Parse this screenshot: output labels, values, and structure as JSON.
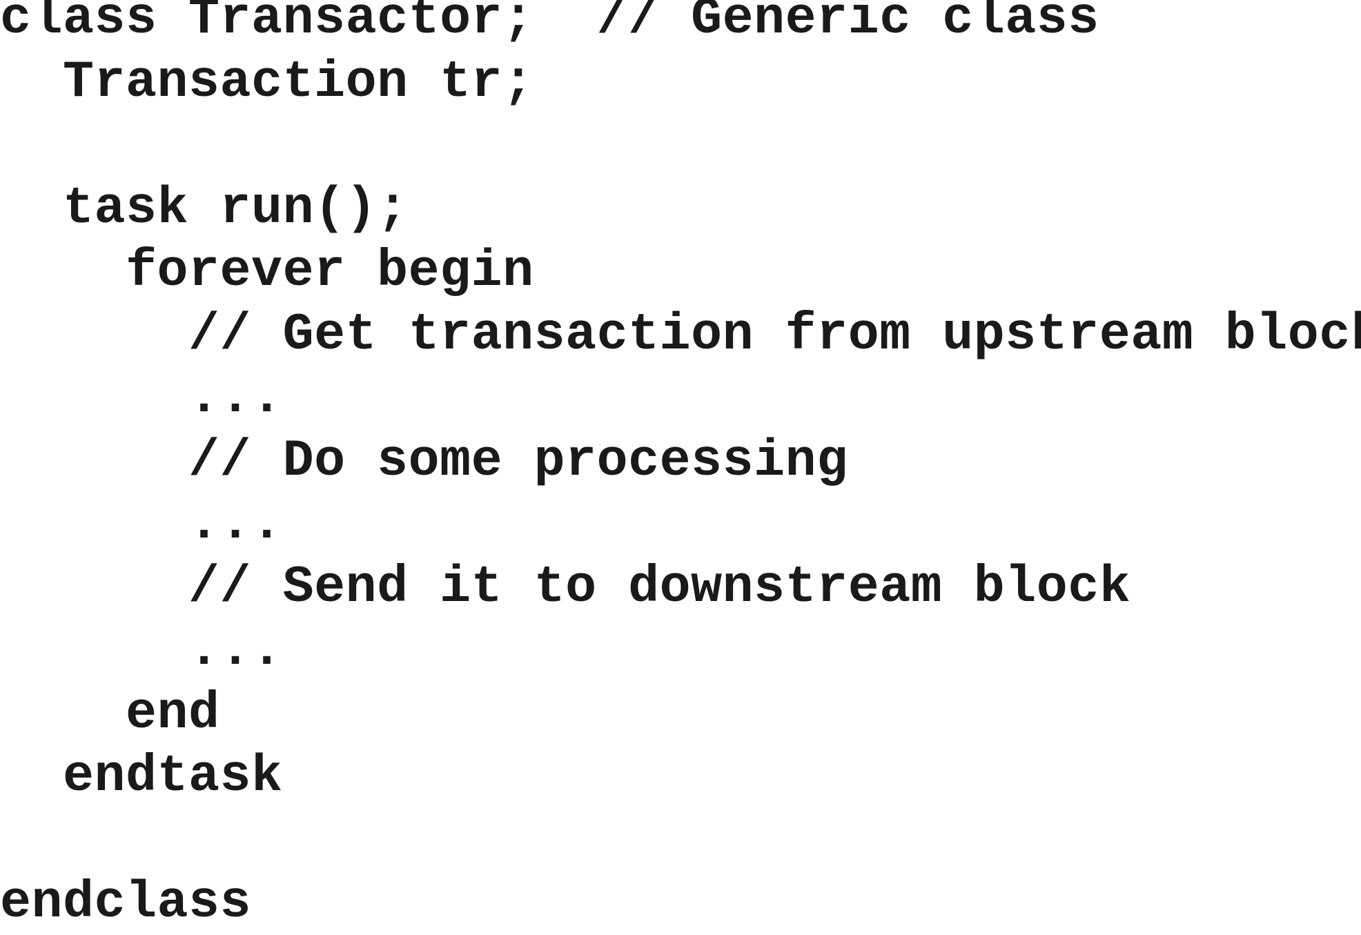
{
  "code": {
    "lines": [
      "class Transactor;  // Generic class",
      "  Transaction tr;",
      "",
      "  task run();",
      "    forever begin",
      "      // Get transaction from upstream block",
      "      ...",
      "      // Do some processing",
      "      ...",
      "      // Send it to downstream block",
      "      ...",
      "    end",
      "  endtask",
      "",
      "endclass"
    ]
  }
}
